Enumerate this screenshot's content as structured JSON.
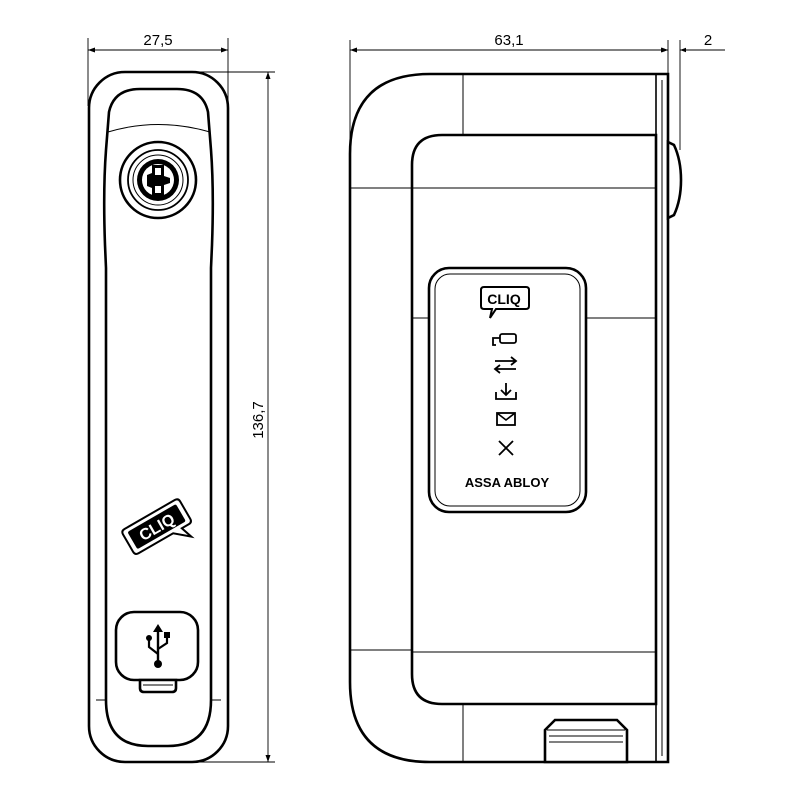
{
  "dimensions": {
    "front_width": "27,5",
    "side_width": "63,1",
    "side_depth": "2",
    "height": "136,7"
  },
  "branding": {
    "cliq_logo_front": "CLIQ",
    "cliq_logo_panel": "CLIQ",
    "manufacturer": "ASSA ABLOY"
  },
  "icons": [
    "key-icon",
    "transfer-icon",
    "download-icon",
    "mail-icon",
    "close-icon",
    "usb-icon",
    "keyhole-icon"
  ]
}
